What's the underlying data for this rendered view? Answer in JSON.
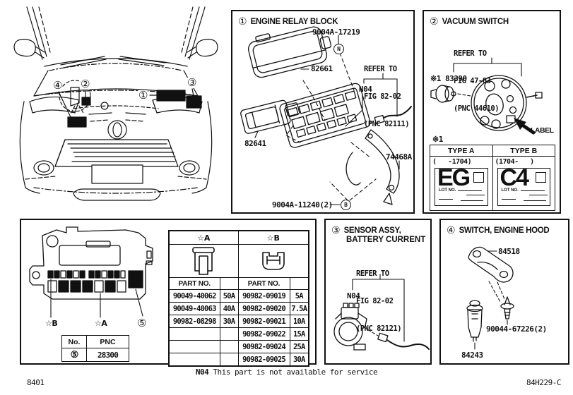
{
  "colors": {
    "ink": "#111111",
    "paper": "#ffffff"
  },
  "footer": {
    "note_code": "N04",
    "note_text": "This part is not available for service",
    "left_code": "8401",
    "right_code": "84H229-C"
  },
  "car": {
    "callout_1": "①",
    "callout_2": "②",
    "callout_3": "③",
    "callout_4": "④"
  },
  "engine_relay_block": {
    "callout": "①",
    "title": "ENGINE RELAY BLOCK",
    "bolt_top_part": "9004A-17219",
    "bolt_top_symbol": "N",
    "cover_part": "82661",
    "refer_line1": "REFER TO",
    "refer_line2": "FIG 82-02",
    "refer_line3": "(PNC 82111)",
    "n04": "N04",
    "holder_part": "82641",
    "bracket_part": "74468A",
    "bolt_bottom_part": "9004A-11240(2)",
    "bolt_bottom_symbol": "B"
  },
  "vacuum_switch": {
    "callout": "②",
    "title": "VACUUM SWITCH",
    "refer_line1": "REFER TO",
    "refer_line2": "FIG 47-03",
    "refer_line3": "(PNC 44610)",
    "switch_part": "※1 83390",
    "label_callout": "LABEL",
    "table_note": "※1",
    "type_a": {
      "header": "TYPE A",
      "range": "(   -1704)",
      "code": "EG",
      "lot_label": "LOT NO."
    },
    "type_b": {
      "header": "TYPE B",
      "range": "(1704-   )",
      "code": "C4",
      "lot_label": "LOT NO."
    }
  },
  "battery_sensor": {
    "callout": "③",
    "title_line1": "SENSOR ASSY,",
    "title_line2": "BATTERY CURRENT",
    "refer_line1": "REFER TO",
    "refer_line2": "FIG 82-02",
    "refer_line3": "(PNC 82121)",
    "n04": "N04"
  },
  "hood_switch": {
    "callout": "④",
    "title": "SWITCH, ENGINE HOOD",
    "bracket_part": "84518",
    "clip_part": "90044-67226(2)",
    "switch_part": "84243"
  },
  "fuse_block": {
    "star_b": "☆B",
    "star_a": "☆A",
    "callout": "⑤",
    "pnc_table": {
      "col_no": "No.",
      "col_pnc": "PNC",
      "row_no": "⑤",
      "row_pnc": "28300"
    },
    "table": {
      "a_header": "☆A",
      "b_header": "☆B",
      "part_no_label": "PART NO.",
      "a_rows": [
        {
          "pn": "90049-40062",
          "amp": "50A"
        },
        {
          "pn": "90049-40063",
          "amp": "40A"
        },
        {
          "pn": "90982-08298",
          "amp": "30A"
        },
        {
          "pn": "",
          "amp": ""
        },
        {
          "pn": "",
          "amp": ""
        },
        {
          "pn": "",
          "amp": ""
        }
      ],
      "b_rows": [
        {
          "pn": "90982-09019",
          "amp": "5A"
        },
        {
          "pn": "90982-09020",
          "amp": "7.5A"
        },
        {
          "pn": "90982-09021",
          "amp": "10A"
        },
        {
          "pn": "90982-09022",
          "amp": "15A"
        },
        {
          "pn": "90982-09024",
          "amp": "25A"
        },
        {
          "pn": "90982-09025",
          "amp": "30A"
        }
      ]
    }
  }
}
